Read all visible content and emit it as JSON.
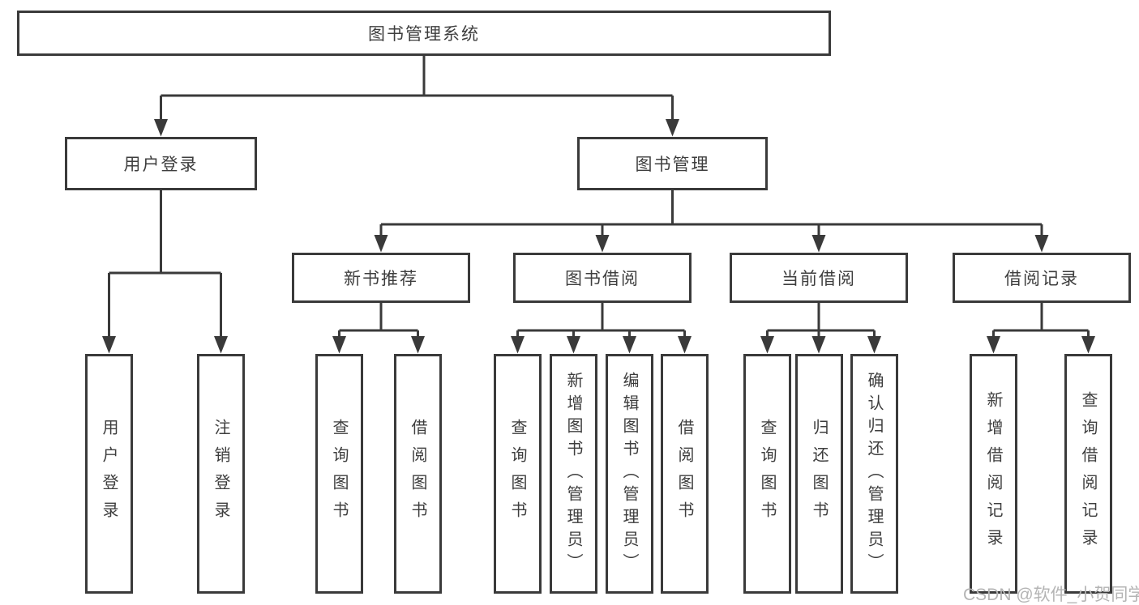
{
  "diagram": {
    "title": "图书管理系统",
    "nodes": {
      "root": "图书管理系统",
      "level2": {
        "user_login": "用户登录",
        "book_management": "图书管理"
      },
      "level3": {
        "new_book_recommend": "新书推荐",
        "book_borrow": "图书借阅",
        "current_borrow": "当前借阅",
        "borrow_records": "借阅记录"
      },
      "leaves": {
        "user_login": [
          "用户登录",
          "注销登录"
        ],
        "new_book_recommend": [
          "查询图书",
          "借阅图书"
        ],
        "book_borrow": [
          "查询图书",
          "新增图书（管理员）",
          "编辑图书（管理员）",
          "借阅图书"
        ],
        "current_borrow": [
          "查询图书",
          "归还图书",
          "确认归还（管理员）"
        ],
        "borrow_records": [
          "新增借阅记录",
          "查询借阅记录"
        ]
      }
    },
    "watermark": "CSDN @软件_小贺同学",
    "colors": {
      "line": "#3a3a3a",
      "text": "#3e3e3e",
      "box_background": "#ffffff",
      "page_background": "#ffffff",
      "watermark": "#b4b4b4"
    }
  }
}
